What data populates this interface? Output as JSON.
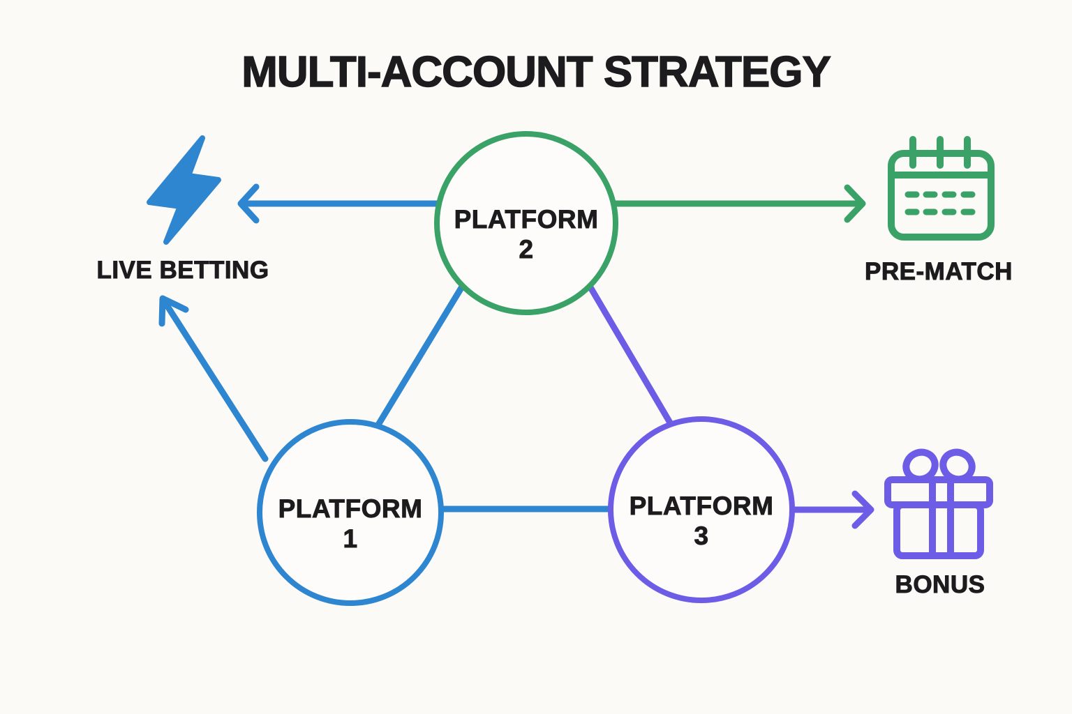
{
  "title": "MULTI-ACCOUNT STRATEGY",
  "colors": {
    "blue": "#2d86cf",
    "green": "#3aa266",
    "purple": "#6c5ce6",
    "text": "#1c1c1e",
    "background": "#fbfaf7",
    "surface": "#fdfcfa"
  },
  "platforms": [
    {
      "id": "platform-1",
      "label": "PLATFORM",
      "number": "1",
      "color": "#2d86cf"
    },
    {
      "id": "platform-2",
      "label": "PLATFORM",
      "number": "2",
      "color": "#3aa266"
    },
    {
      "id": "platform-3",
      "label": "PLATFORM",
      "number": "3",
      "color": "#6c5ce6"
    }
  ],
  "outcomes": [
    {
      "id": "live-betting",
      "label": "LIVE BETTING",
      "icon": "lightning-bolt-icon",
      "color": "#2d86cf"
    },
    {
      "id": "pre-match",
      "label": "PRE-MATCH",
      "icon": "calendar-icon",
      "color": "#3aa266"
    },
    {
      "id": "bonus",
      "label": "BONUS",
      "icon": "gift-icon",
      "color": "#6c5ce6"
    }
  ],
  "connections": [
    {
      "from": "platform-2",
      "to": "live-betting",
      "style": "arrow",
      "color": "blue"
    },
    {
      "from": "platform-2",
      "to": "pre-match",
      "style": "arrow",
      "color": "green"
    },
    {
      "from": "platform-1",
      "to": "live-betting",
      "style": "arrow",
      "color": "blue"
    },
    {
      "from": "platform-3",
      "to": "bonus",
      "style": "arrow",
      "color": "purple"
    },
    {
      "from": "platform-1",
      "to": "platform-2",
      "style": "line",
      "color": "blue"
    },
    {
      "from": "platform-2",
      "to": "platform-3",
      "style": "line",
      "color": "purple"
    },
    {
      "from": "platform-1",
      "to": "platform-3",
      "style": "line",
      "color": "blue"
    }
  ]
}
